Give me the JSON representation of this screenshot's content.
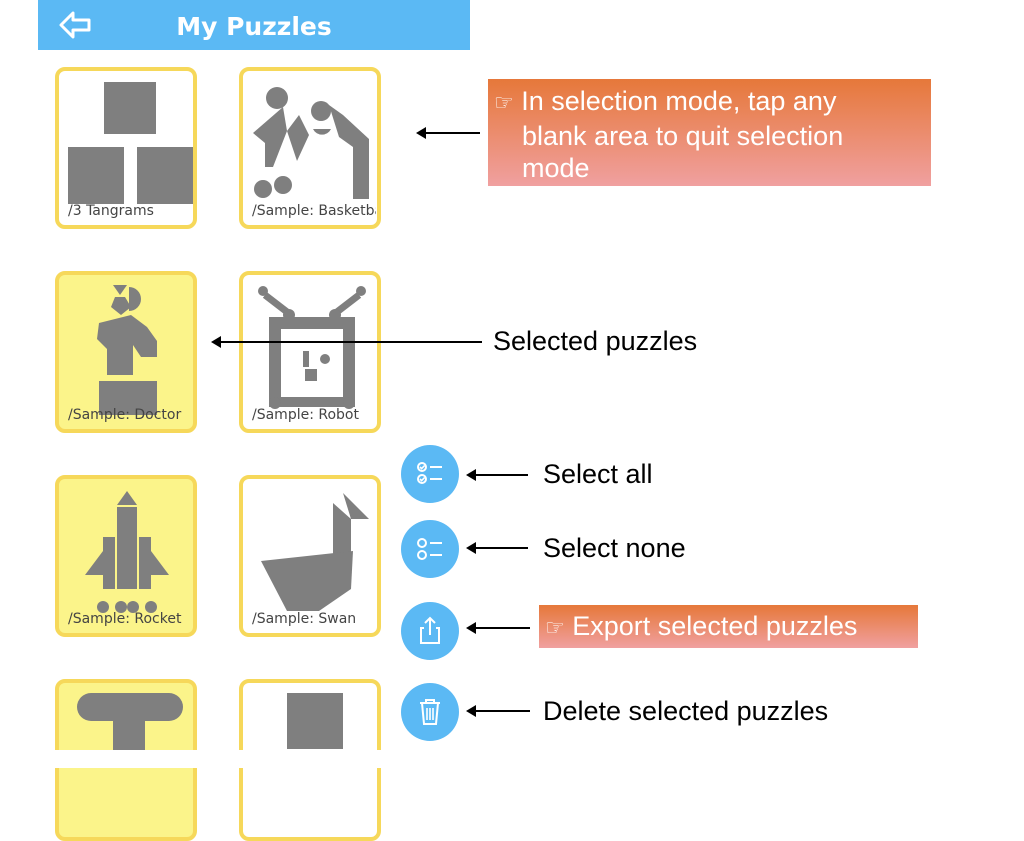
{
  "header": {
    "title": "My Puzzles",
    "back_icon": "back-arrow-icon"
  },
  "puzzles": [
    {
      "name": "/3 Tangrams",
      "selected": false
    },
    {
      "name": "/Sample: Basketba",
      "selected": false
    },
    {
      "name": "/Sample: Doctor",
      "selected": true
    },
    {
      "name": "/Sample: Robot",
      "selected": false
    },
    {
      "name": "/Sample: Rocket",
      "selected": true
    },
    {
      "name": "/Sample: Swan",
      "selected": false
    },
    {
      "name": "",
      "selected": true
    },
    {
      "name": "",
      "selected": false
    }
  ],
  "actions": {
    "select_all_icon": "checklist-checked-icon",
    "select_none_icon": "checklist-empty-icon",
    "export_icon": "share-export-icon",
    "delete_icon": "trash-icon"
  },
  "annotations": {
    "quit_selection_line1": "In selection mode, tap any",
    "quit_selection_line2": "blank area to quit selection",
    "quit_selection_line3": "mode",
    "hand_glyph": "☞",
    "selected_puzzles": "Selected puzzles",
    "select_all": "Select all",
    "select_none": "Select none",
    "export_selected": "Export selected puzzles",
    "delete_selected": "Delete selected puzzles"
  },
  "colors": {
    "header_bg": "#5bb9f4",
    "tile_border": "#f6d85a",
    "tile_selected_bg": "#fbf48a",
    "shape_gray": "#7f7f7f",
    "callout_top": "#e6783a",
    "callout_bottom": "#f0a0a0"
  }
}
